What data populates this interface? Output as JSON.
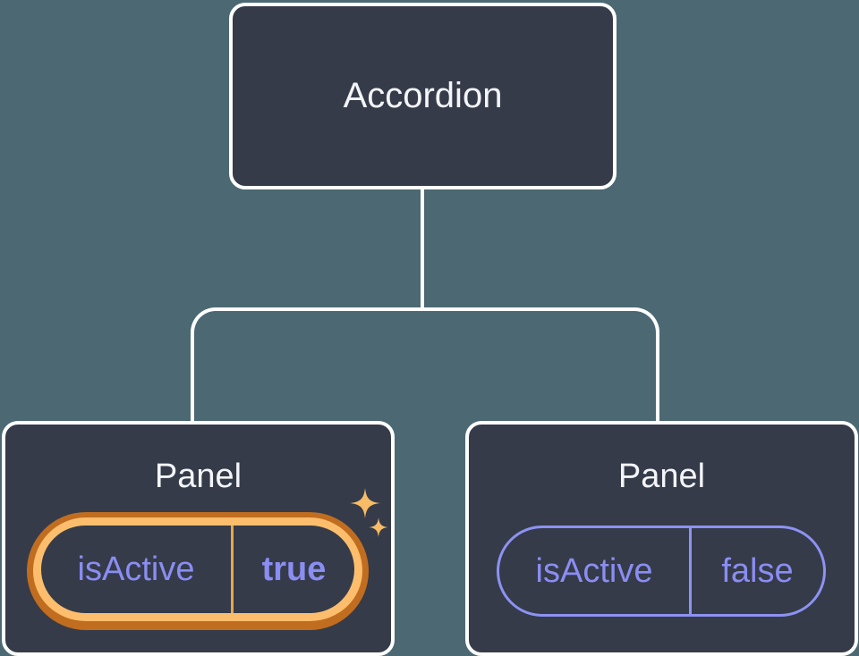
{
  "diagram": {
    "root": {
      "label": "Accordion"
    },
    "panels": [
      {
        "label": "Panel",
        "prop": {
          "name": "isActive",
          "value": "true"
        },
        "highlighted": true
      },
      {
        "label": "Panel",
        "prop": {
          "name": "isActive",
          "value": "false"
        },
        "highlighted": false
      }
    ]
  },
  "colors": {
    "background": "#4C6973",
    "node_fill": "#353B49",
    "node_border": "#FFFFFF",
    "node_text": "#F3F5F9",
    "prop_text": "#8A8DF2",
    "prop_pill_border": "#8D92F3",
    "highlight_ring_outer": "#C16D1F",
    "highlight_ring_inner": "#FCBE6D",
    "highlight_divider": "#E8A64E",
    "sparkle": "#F8BC67"
  }
}
